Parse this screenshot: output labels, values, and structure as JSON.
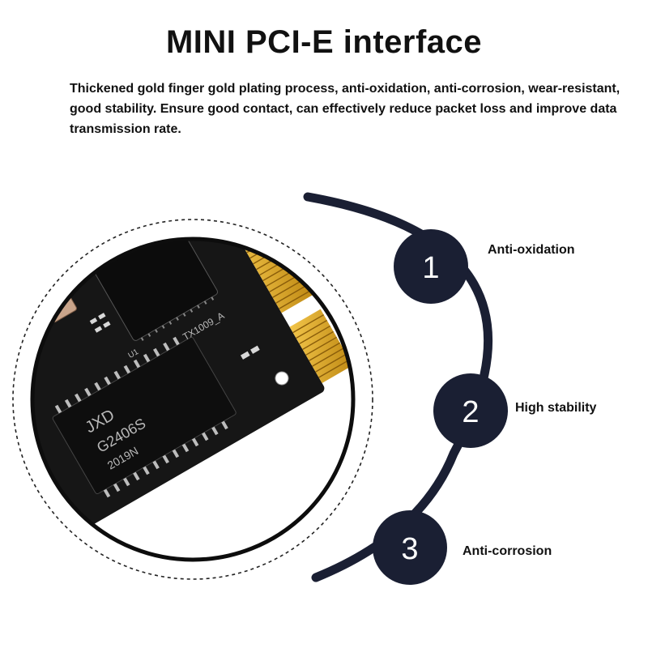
{
  "header": {
    "title": "MINI PCI-E interface",
    "description": "Thickened gold finger gold plating process, anti-oxidation, anti-corrosion, wear-resistant, good stability. Ensure good contact, can effectively reduce packet loss and improve data transmission rate."
  },
  "card": {
    "chip_label_1": "JXD",
    "chip_label_2": "G2406S",
    "chip_label_3": "2019N",
    "board_marking": "TX1009_A",
    "component_label": "U1"
  },
  "features": [
    {
      "number": "1",
      "label": "Anti-oxidation"
    },
    {
      "number": "2",
      "label": "High stability"
    },
    {
      "number": "3",
      "label": "Anti-corrosion"
    }
  ],
  "colors": {
    "arc": "#1a1f33",
    "badge": "#1a1f33",
    "pcb": "#141414",
    "gold": "#d9a520",
    "text": "#111111"
  }
}
